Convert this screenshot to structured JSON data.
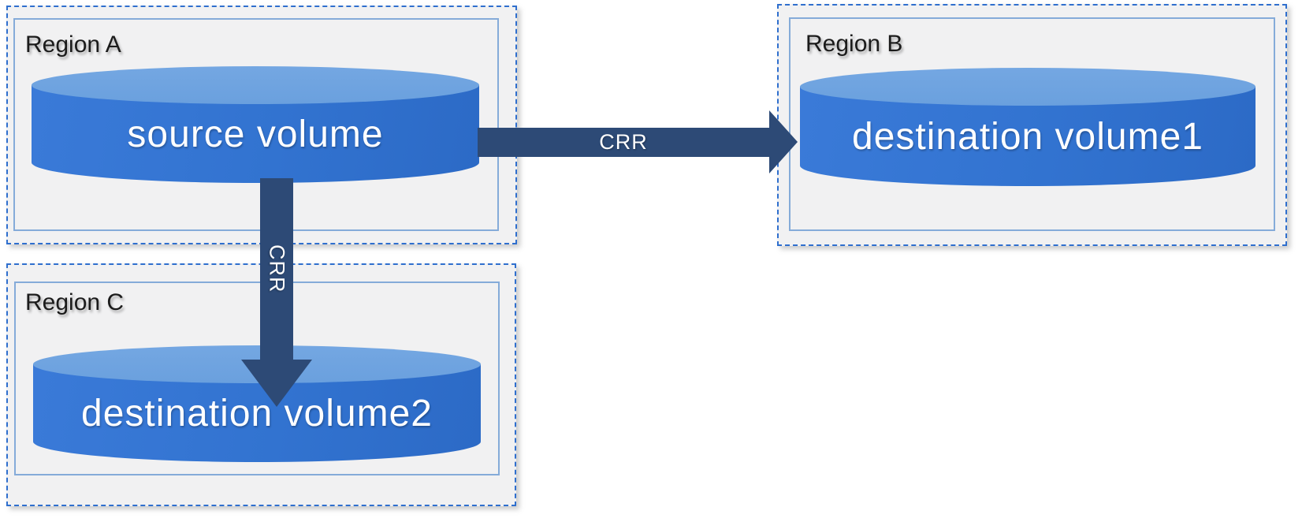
{
  "colors": {
    "page_background": "#ffffff",
    "region_background": "#f1f1f2",
    "region_dashed_border": "#2f6fce",
    "region_inner_border": "#85abd9",
    "cylinder_body": "#3273d0",
    "cylinder_top": "#74a7e2",
    "arrow": "#2d4a76",
    "region_label_text": "#1b1b1b",
    "volume_label_text": "#ffffff"
  },
  "regions": [
    {
      "label": "Region A",
      "volume_label": "source volume"
    },
    {
      "label": "Region B",
      "volume_label": "destination volume1"
    },
    {
      "label": "Region C",
      "volume_label": "destination volume2"
    }
  ],
  "arrows": [
    {
      "label": "CRR",
      "direction": "right",
      "from": "source volume",
      "to": "destination volume1"
    },
    {
      "label": "CRR",
      "direction": "down",
      "from": "source volume",
      "to": "destination volume2"
    }
  ]
}
